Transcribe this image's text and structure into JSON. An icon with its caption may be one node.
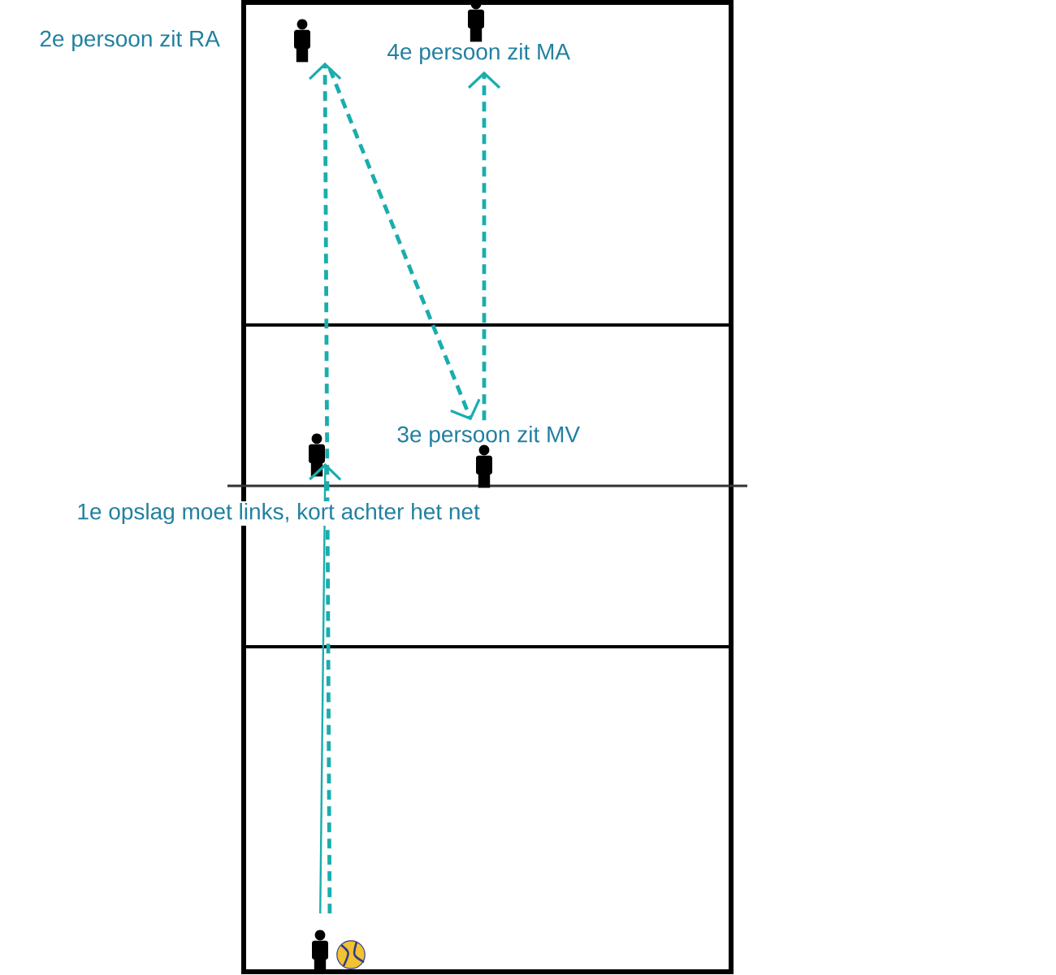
{
  "diagram": {
    "nodes": [
      {
        "text": [],
        "shape": "person",
        "beside": [
          "2e persoon zit RA"
        ]
      },
      {
        "text": [],
        "shape": "person",
        "beside": [
          "4e persoon zit MA"
        ]
      },
      {
        "text": [],
        "shape": "person"
      },
      {
        "text": [],
        "shape": "person",
        "beside": [
          "3e persoon zit MV"
        ]
      },
      {
        "text": [],
        "shape": "person"
      }
    ],
    "edges": [
      {
        "from": 4,
        "to": 2,
        "arrow": "to",
        "label": "1e opslag moet links, kort achter het net"
      },
      {
        "from": 4,
        "to": 0,
        "arrow": "to",
        "style": "dashed"
      },
      {
        "from": 0,
        "to": 3,
        "arrow": "to",
        "style": "dashed"
      },
      {
        "from": 3,
        "to": 1,
        "arrow": "to",
        "style": "dashed"
      }
    ]
  }
}
